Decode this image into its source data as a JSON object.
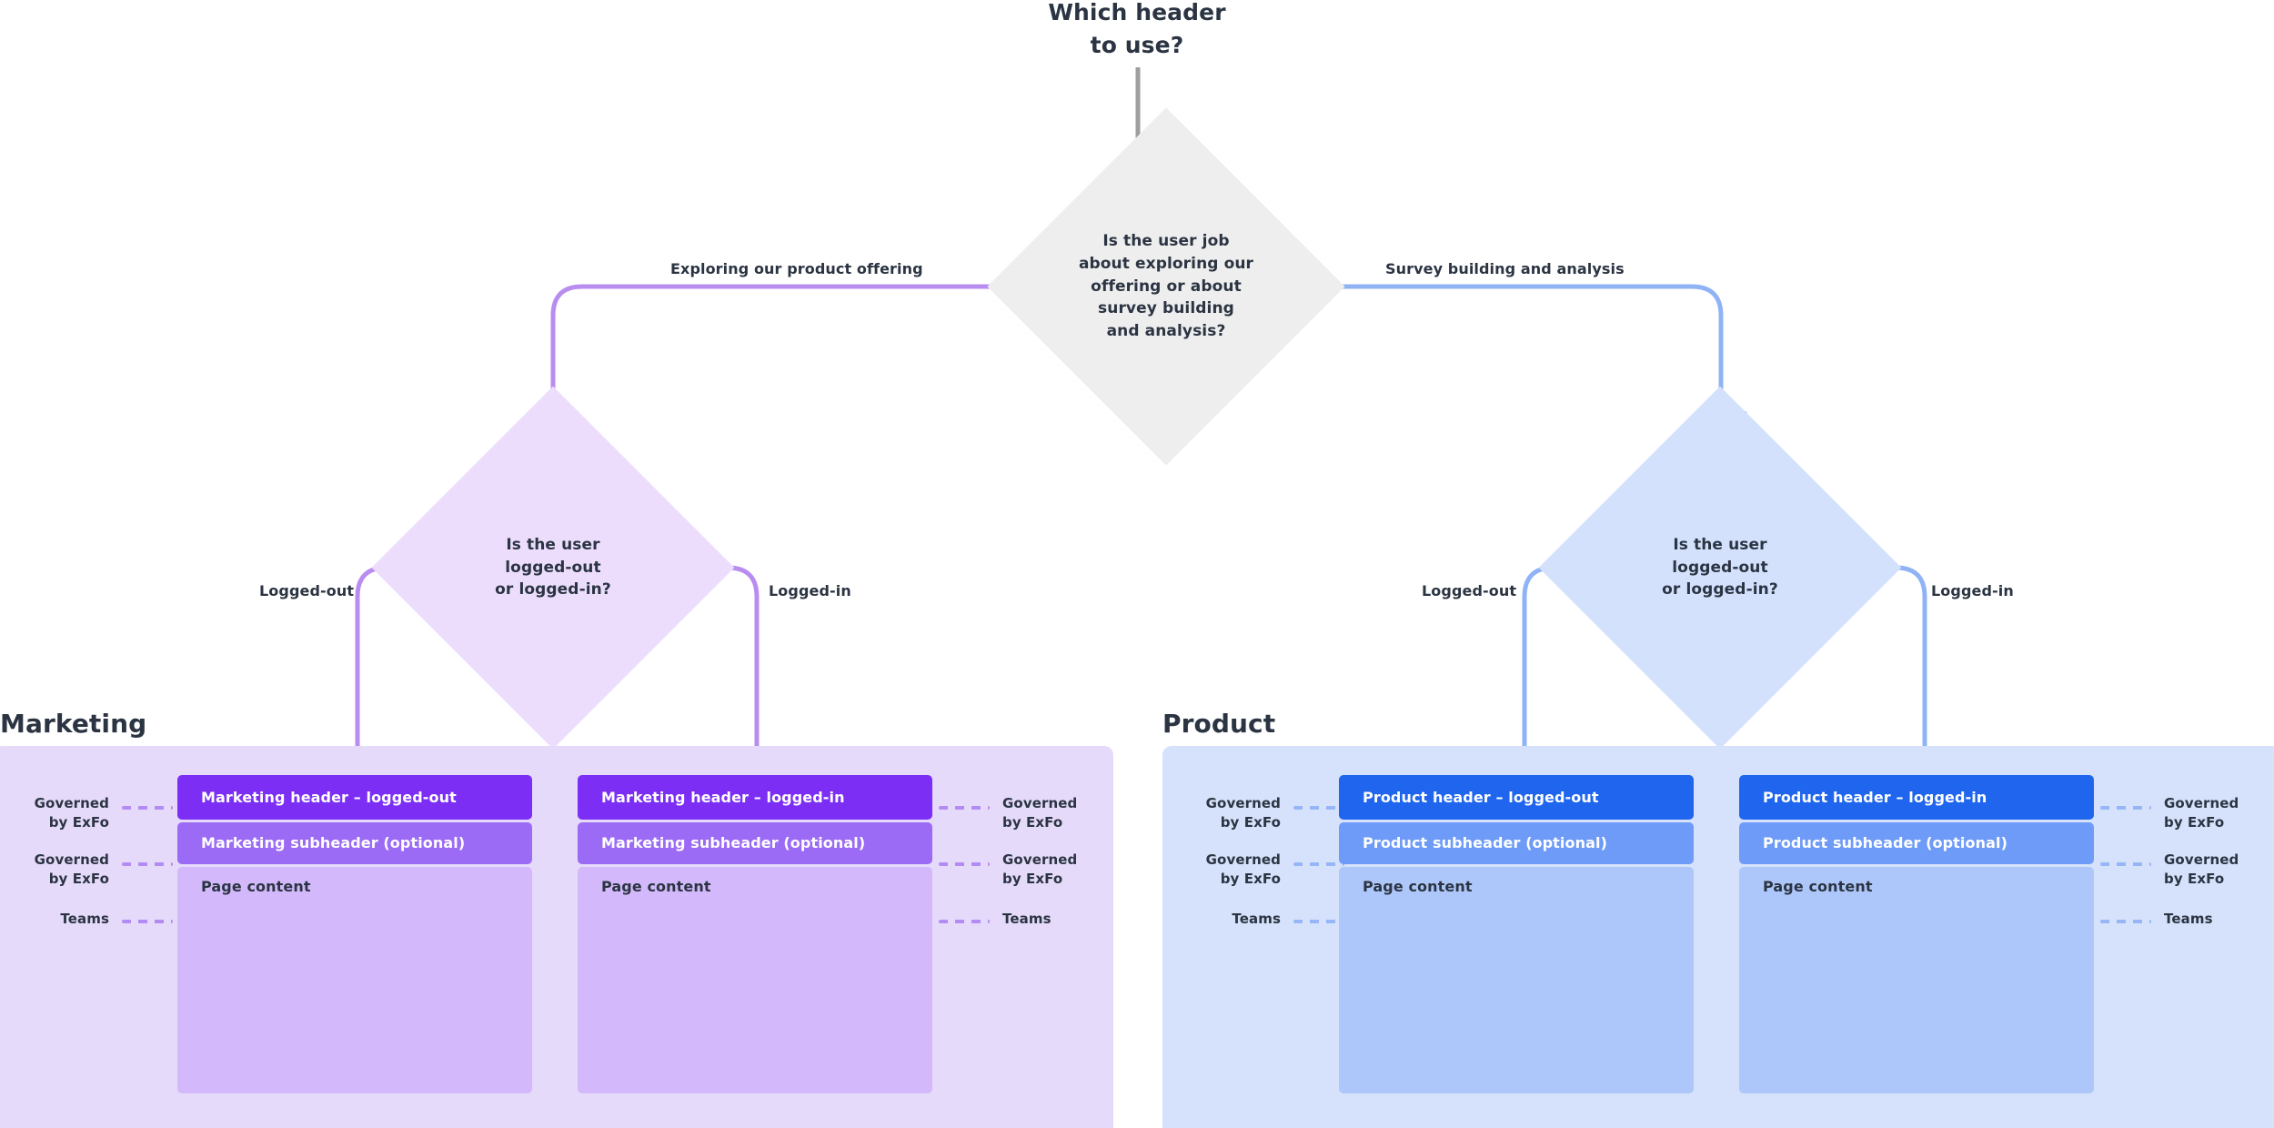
{
  "title": "Which header\nto use?",
  "colors": {
    "ink": "#2b3442",
    "neutral_diamond": "#eeeeee",
    "neutral_arrow": "#9e9e9e",
    "marketing_diamond": "#ecddfd",
    "marketing_line": "#b98cf0",
    "marketing_panel": "#e6dafb",
    "marketing_header": "#7c2ef5",
    "marketing_subheader": "#9b6bf5",
    "marketing_content": "#d3b9fb",
    "product_diamond": "#d3e1fd",
    "product_line": "#8fb3f5",
    "product_panel": "#d6e2fb",
    "product_header": "#1f65ee",
    "product_subheader": "#6e9bf7",
    "product_content": "#aec7fa"
  },
  "root_decision": {
    "text": "Is the user job\nabout exploring our\noffering or about\nsurvey building\nand analysis?"
  },
  "branch_labels": {
    "left": "Exploring our product offering",
    "right": "Survey building and analysis"
  },
  "marketing": {
    "section_title": "Marketing",
    "decision": "Is the user\nlogged-out\nor logged-in?",
    "branch_left": "Logged-out",
    "branch_right": "Logged-in",
    "columns": [
      {
        "name": "logged-out",
        "header": "Marketing header – logged-out",
        "subheader": "Marketing subheader (optional)",
        "content": "Page content"
      },
      {
        "name": "logged-in",
        "header": "Marketing header – logged-in",
        "subheader": "Marketing subheader (optional)",
        "content": "Page content"
      }
    ],
    "annotations_left": [
      "Governed\nby ExFo",
      "Governed\nby ExFo",
      "Teams"
    ],
    "annotations_right": [
      "Governed\nby ExFo",
      "Governed\nby ExFo",
      "Teams"
    ]
  },
  "product": {
    "section_title": "Product",
    "decision": "Is the user\nlogged-out\nor logged-in?",
    "branch_left": "Logged-out",
    "branch_right": "Logged-in",
    "columns": [
      {
        "name": "logged-out",
        "header": "Product header – logged-out",
        "subheader": "Product subheader (optional)",
        "content": "Page content"
      },
      {
        "name": "logged-in",
        "header": "Product header – logged-in",
        "subheader": "Product subheader (optional)",
        "content": "Page content"
      }
    ],
    "annotations_left": [
      "Governed\nby ExFo",
      "Governed\nby ExFo",
      "Teams"
    ],
    "annotations_right": [
      "Governed\nby ExFo",
      "Governed\nby ExFo",
      "Teams"
    ]
  }
}
